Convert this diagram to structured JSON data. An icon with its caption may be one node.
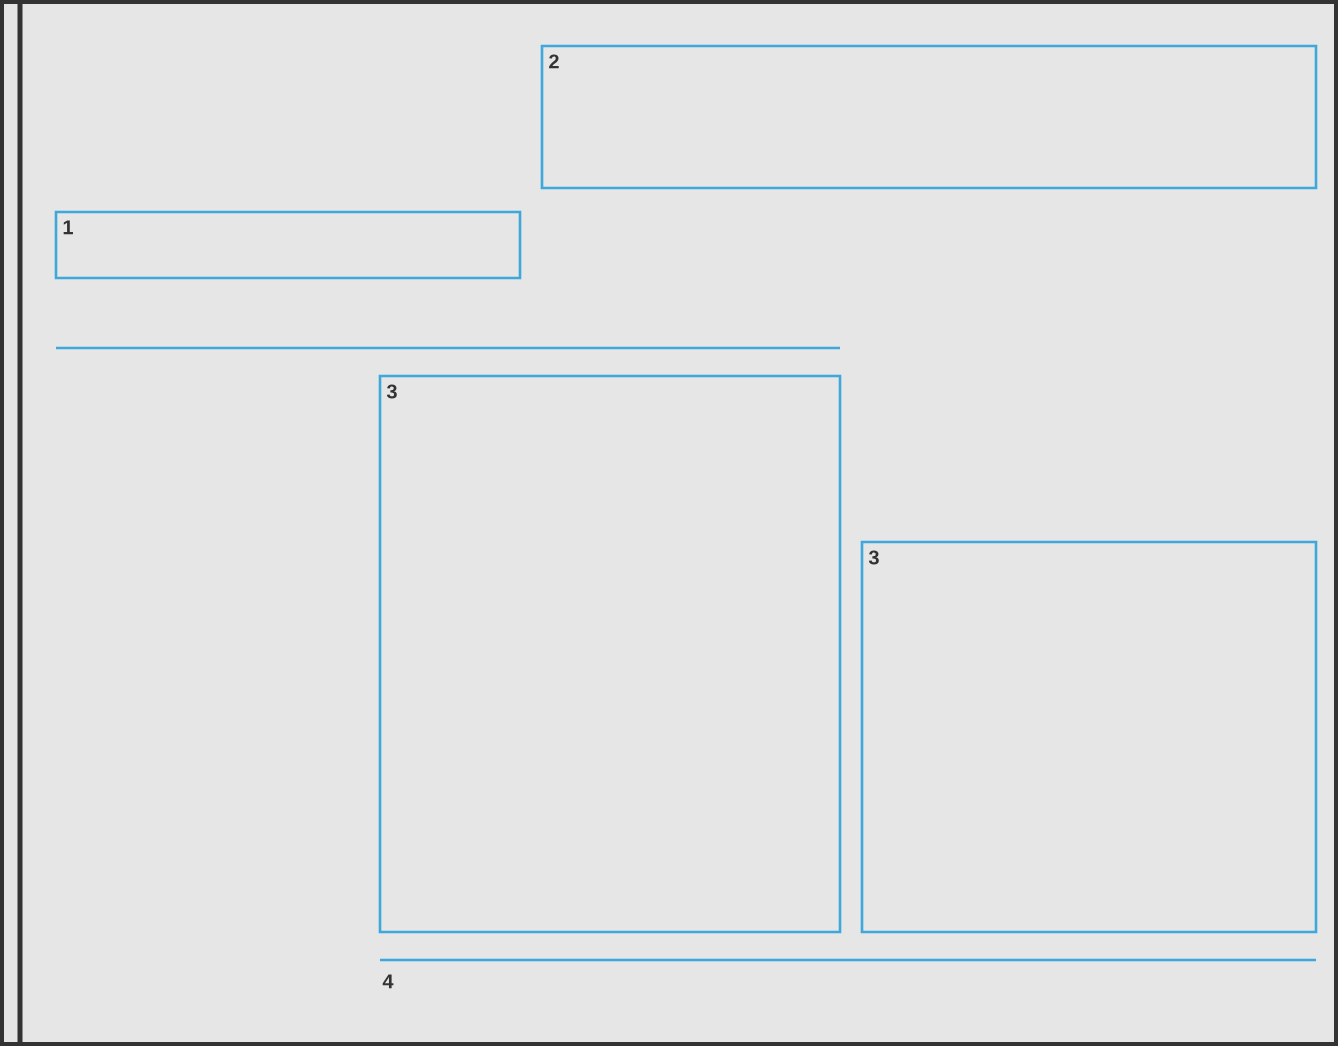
{
  "diagram": {
    "nodes": [
      {
        "text": [
          "2"
        ]
      },
      {
        "text": [
          "1"
        ]
      },
      {
        "text": [
          "3"
        ]
      },
      {
        "text": [
          "3"
        ]
      }
    ],
    "labels": [
      "4"
    ]
  }
}
